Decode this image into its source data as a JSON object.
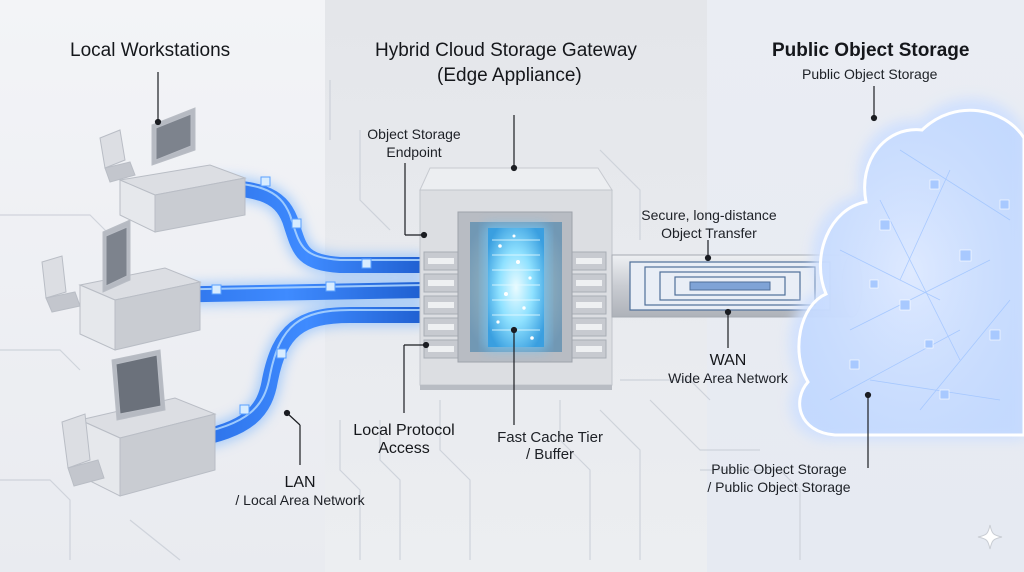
{
  "columns": {
    "left": {
      "title": "Local Workstations"
    },
    "middle": {
      "title_line1": "Hybrid Cloud Storage Gateway",
      "title_line2": "(Edge Appliance)"
    },
    "right": {
      "title": "Public Object Storage",
      "subtitle": "Public Object Storage"
    }
  },
  "callouts": {
    "object_storage_endpoint": {
      "line1": "Object Storage",
      "line2": "Endpoint"
    },
    "secure_transfer": {
      "line1": "Secure, long-distance",
      "line2": "Object Transfer"
    },
    "wan": {
      "line1": "WAN",
      "line2": "Wide Area Network"
    },
    "local_protocol": {
      "line1": "Local Protocol",
      "line2": "Access"
    },
    "cache": {
      "line1": "Fast Cache Tier",
      "line2": "/ Buffer"
    },
    "lan": {
      "line1": "LAN",
      "line2": "/ Local Area Network"
    },
    "cloud_storage": {
      "line1": "Public Object Storage",
      "line2": "/ Public Object Storage"
    }
  },
  "colors": {
    "cable_blue": "#1f6fe8",
    "cable_glow": "#7fb6ff",
    "cloud_glow": "#bcd8ff",
    "appliance_gray": "#d7d9de",
    "core_cyan": "#8fe6ff"
  },
  "icons": [
    "workstation-icon",
    "gateway-appliance-icon",
    "cloud-icon",
    "wan-tunnel-icon",
    "sparkle-icon"
  ]
}
